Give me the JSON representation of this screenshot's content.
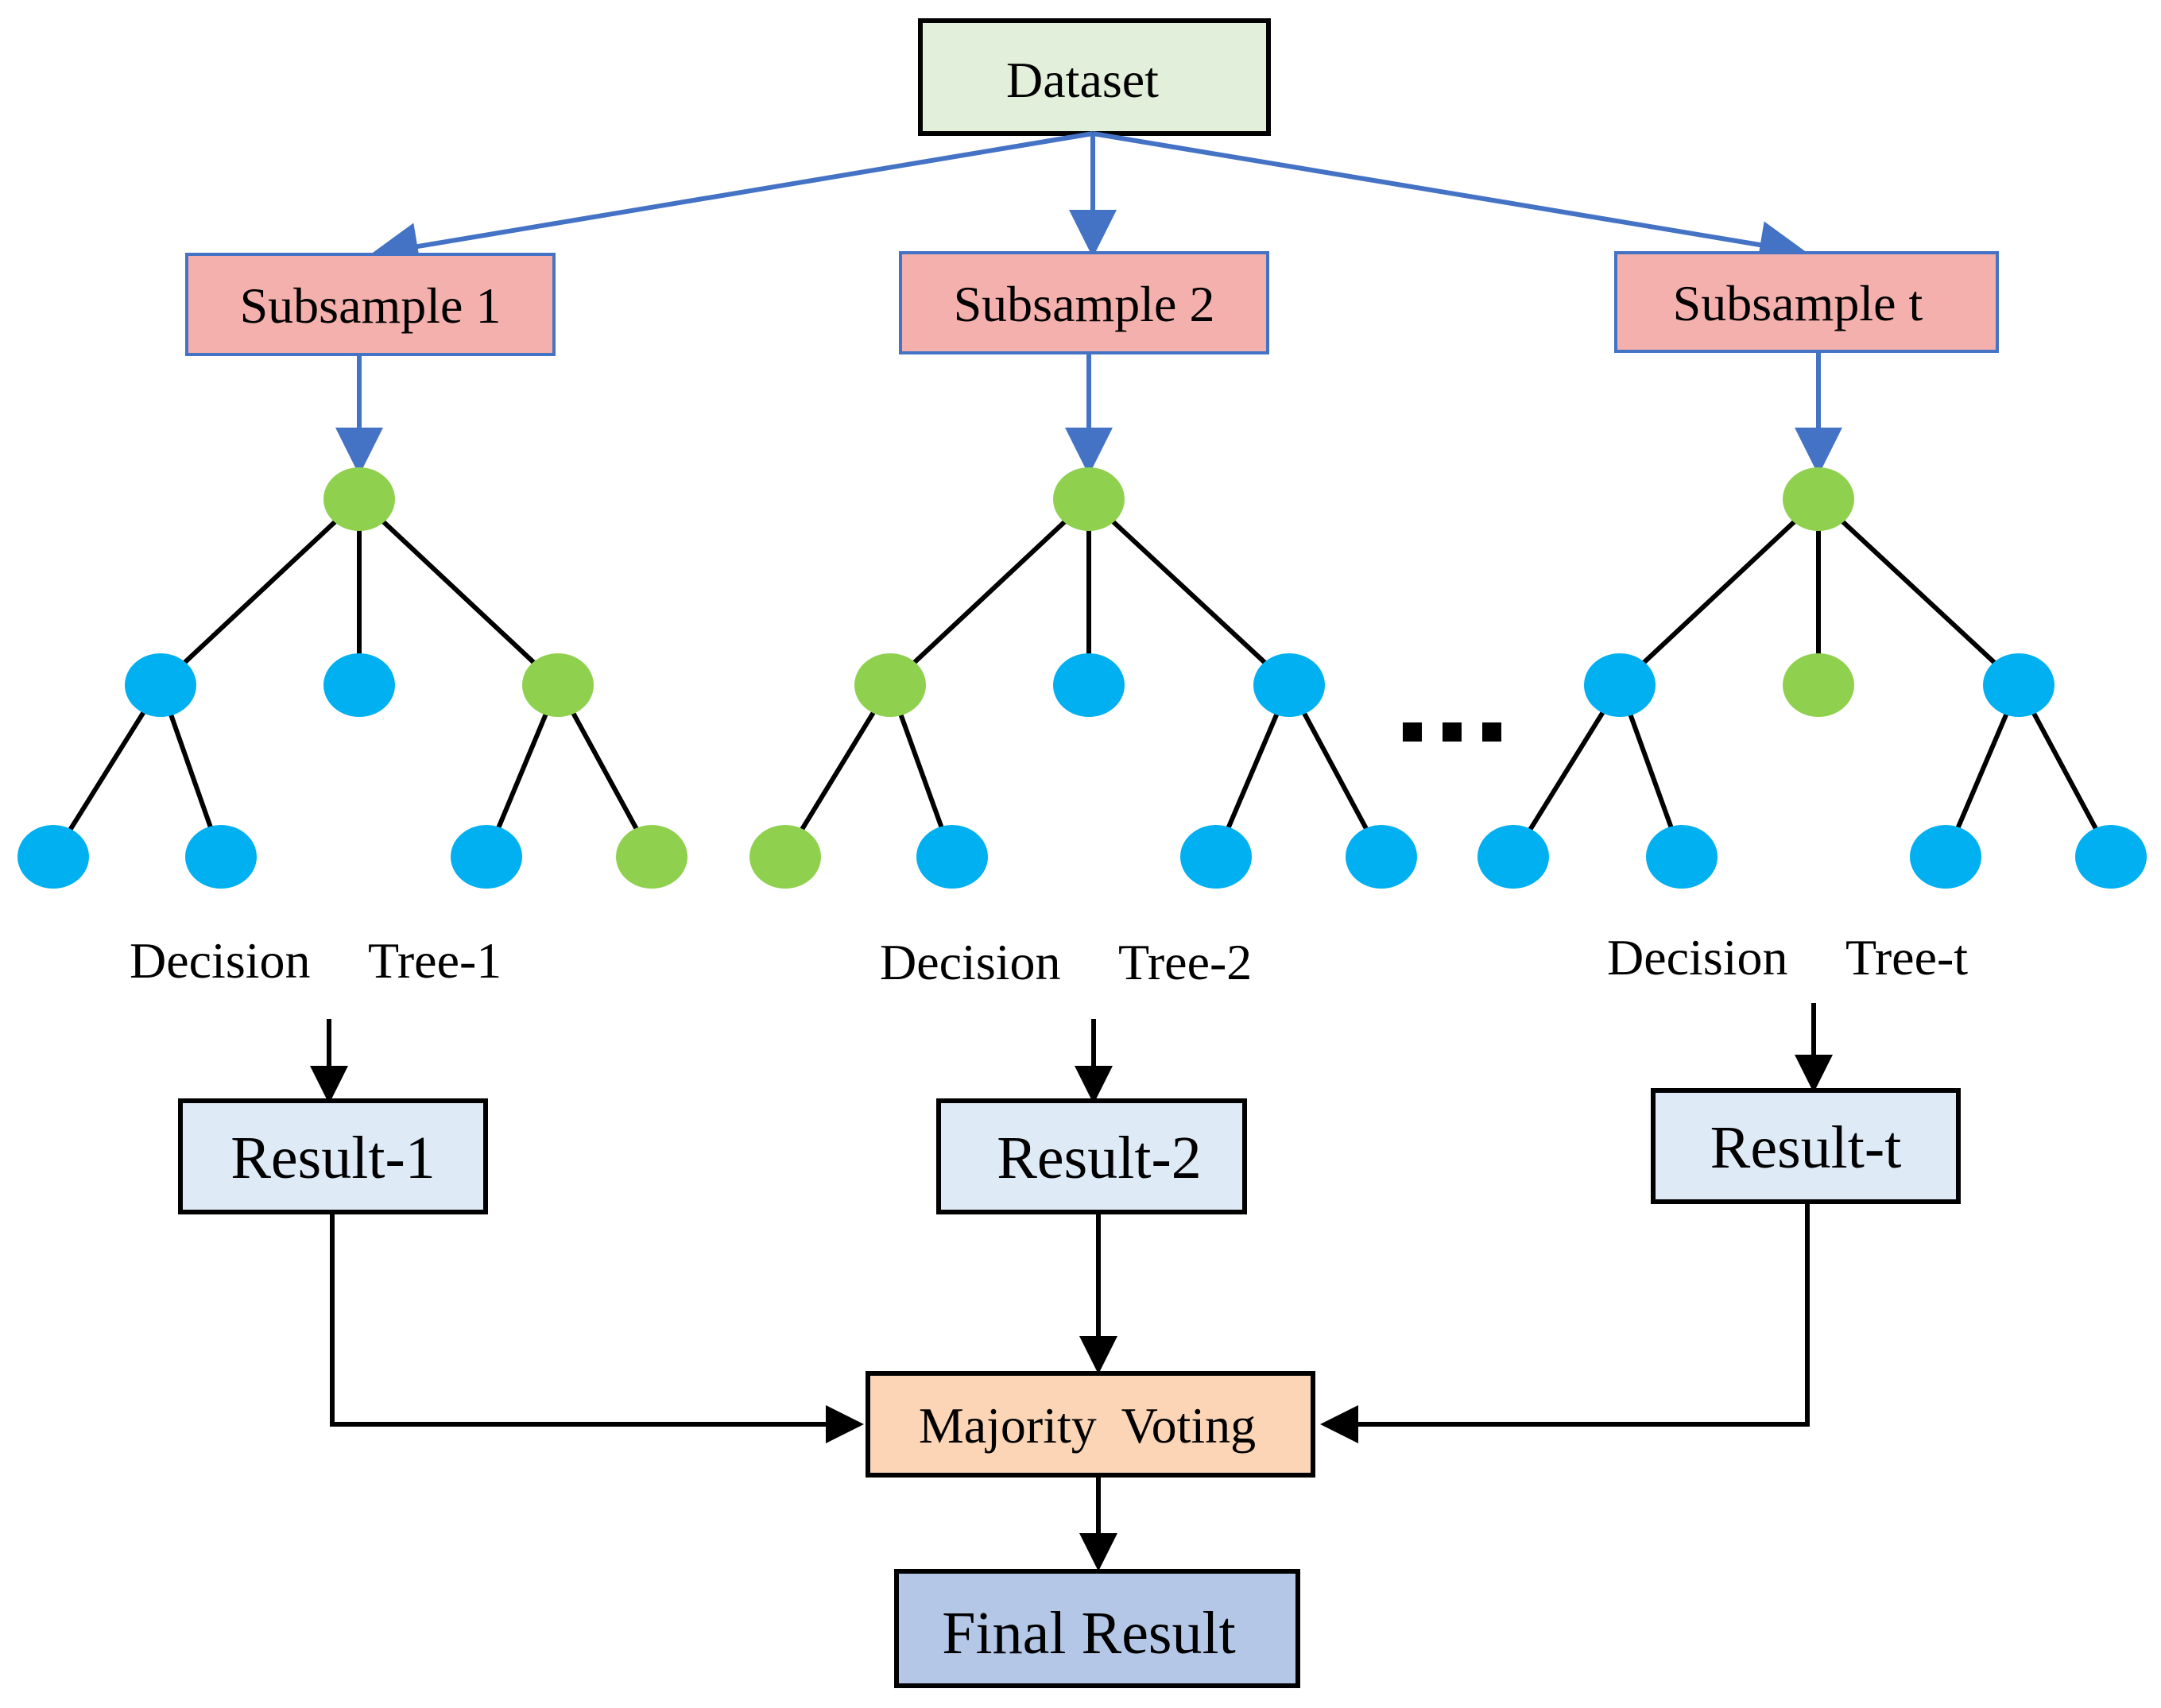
{
  "colors": {
    "dataset_fill": "#e2efda",
    "subsample_fill": "#f4b0ac",
    "subsample_border": "#4472c4",
    "result_fill": "#deebf7",
    "voting_fill": "#fbd5b5",
    "final_fill": "#b4c7e7",
    "node_green": "#8fd14f",
    "node_blue": "#00b0f0",
    "blue_arrow": "#4472c4",
    "black": "#000000"
  },
  "dataset": {
    "label": "Dataset"
  },
  "subsamples": [
    {
      "label": "Subsample 1"
    },
    {
      "label": "Subsample 2"
    },
    {
      "label": "Subsample t"
    }
  ],
  "trees": [
    {
      "caption_word": "Decision",
      "caption_tree": "Tree-1",
      "nodes": {
        "root": "green",
        "level1": [
          "blue",
          "blue",
          "green"
        ],
        "level2": [
          "blue",
          "blue",
          "blue",
          "green"
        ]
      }
    },
    {
      "caption_word": "Decision",
      "caption_tree": "Tree-2",
      "nodes": {
        "root": "green",
        "level1": [
          "green",
          "blue",
          "blue"
        ],
        "level2": [
          "green",
          "blue",
          "blue",
          "blue"
        ]
      }
    },
    {
      "caption_word": "Decision",
      "caption_tree": "Tree-t",
      "nodes": {
        "root": "green",
        "level1": [
          "blue",
          "green",
          "blue"
        ],
        "level2": [
          "blue",
          "blue",
          "blue",
          "blue"
        ]
      }
    }
  ],
  "results": [
    {
      "label": "Result-1"
    },
    {
      "label": "Result-2"
    },
    {
      "label": "Result-t"
    }
  ],
  "voting": {
    "label": "Majority  Voting"
  },
  "final": {
    "label": "Final Result"
  }
}
